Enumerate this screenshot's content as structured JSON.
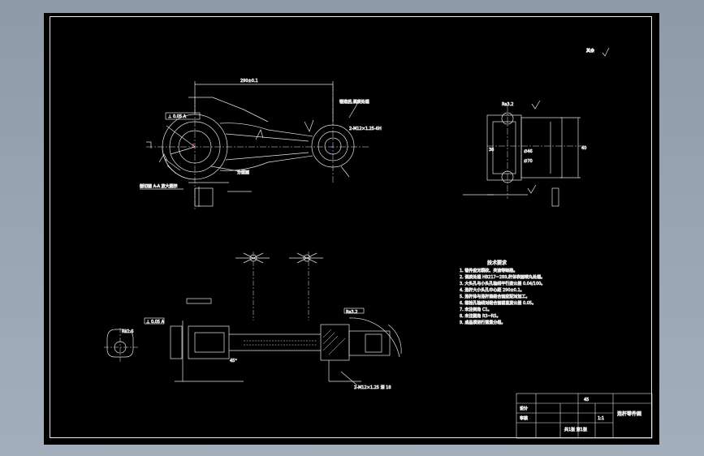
{
  "colors": {
    "background": "#8f9aa8",
    "canvas": "#000000",
    "linework": "#e6e6e6",
    "accent_red": "#ff3b30",
    "accent_blue": "#3b6bff"
  },
  "roughness_note": {
    "label": "其余",
    "symbol": "√"
  },
  "top_view": {
    "length_dim": "290±0.1",
    "datum_box": "⊥ 0.05 A",
    "finish_note": "锻造后,调质处理",
    "bolt_note": "2-M12×1.25-6H",
    "parting_note": "分型面",
    "bottom_note": "剖切面 A-A 放大图示"
  },
  "side_view": {
    "finish": "Ra3.2",
    "dims": [
      "∅46",
      "∅70",
      "38",
      "40"
    ]
  },
  "section_view": {
    "datum_box": "⊥ 0.05 A",
    "labels": [
      "Ra1.6",
      "45°",
      "Ra3.2"
    ],
    "bottom_note": "2-M12×1.25 深 18"
  },
  "tech_requirements": {
    "title": "技术要求",
    "items": [
      "1. 锻件应无裂纹、夹渣等缺陷。",
      "2. 调质处理 HB217~289,杆体表面喷丸处理。",
      "3. 大头孔与小头孔轴线平行度公差 0.04/100。",
      "4. 连杆大小头孔中心距 290±0.1。",
      "5. 连杆体与连杆盖结合面应配对加工。",
      "6. 螺栓孔轴线对结合面垂直度公差 0.05。",
      "7. 未注倒角 C1。",
      "8. 未注圆角 R3~R5。",
      "9. 成品须进行重量分组。"
    ]
  },
  "title_block": {
    "drawing_name": "连杆零件图",
    "material": "45",
    "scale": "1:1",
    "designer_label": "设计",
    "check_label": "审核",
    "sheet_label": "共1张 第1张"
  }
}
